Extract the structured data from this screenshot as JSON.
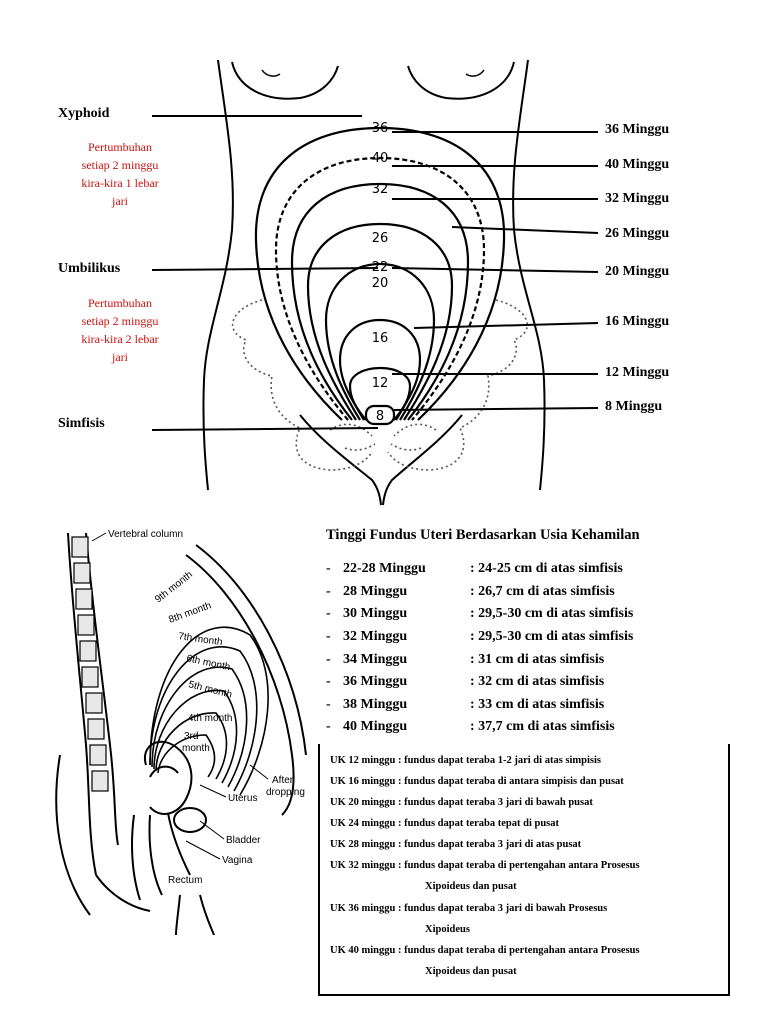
{
  "top_diagram": {
    "left_labels": {
      "xyphoid": "Xyphoid",
      "umbilikus": "Umbilikus",
      "simfisis": "Simfisis"
    },
    "notes": {
      "note_upper": [
        "Pertumbuhan",
        "setiap 2 minggu",
        "kira-kira 1 lebar",
        "jari"
      ],
      "note_lower": [
        "Pertumbuhan",
        "setiap 2 minggu",
        "kira-kira 2 lebar",
        "jari"
      ]
    },
    "week_labels": [
      "36 Minggu",
      "40 Minggu",
      "32 Minggu",
      "26 Minggu",
      "20 Minggu",
      "16 Minggu",
      "12 Minggu",
      "8 Minggu"
    ],
    "contour_numbers": [
      "36",
      "40",
      "32",
      "26",
      "22",
      "20",
      "16",
      "12",
      "8"
    ]
  },
  "side_diagram": {
    "labels": {
      "vertebral": "Vertebral column",
      "m9": "9th month",
      "m8": "8th month",
      "m7": "7th month",
      "m6": "6th month",
      "m5": "5th month",
      "m4": "4th month",
      "m3a": "3rd",
      "m3b": "month",
      "after_a": "After",
      "after_b": "dropping",
      "uterus": "Uterus",
      "bladder": "Bladder",
      "vagina": "Vagina",
      "rectum": "Rectum"
    }
  },
  "fundus_table": {
    "title": "Tinggi Fundus Uteri Berdasarkan Usia Kehamilan",
    "rows": [
      {
        "dash": "-",
        "week": "22-28 Minggu",
        "value": ": 24-25 cm di atas simfisis"
      },
      {
        "dash": "-",
        "week": "28 Minggu",
        "value": ": 26,7 cm di atas simfisis"
      },
      {
        "dash": "-",
        "week": "30 Minggu",
        "value": ": 29,5-30 cm di atas simfisis"
      },
      {
        "dash": "-",
        "week": "32 Minggu",
        "value": ": 29,5-30 cm di atas simfisis"
      },
      {
        "dash": "-",
        "week": "34 Minggu",
        "value": ": 31 cm di atas simfisis"
      },
      {
        "dash": "-",
        "week": "36 Minggu",
        "value": ": 32 cm di atas simfisis"
      },
      {
        "dash": "-",
        "week": "38 Minggu",
        "value": ": 33 cm di atas simfisis"
      },
      {
        "dash": "-",
        "week": "40 Minggu",
        "value": ": 37,7 cm di atas simfisis"
      }
    ]
  },
  "uk_box": {
    "lines": [
      "UK 12 minggu : fundus dapat teraba 1-2 jari di atas simpisis",
      "UK 16 minggu : fundus dapat teraba di antara simpisis dan pusat",
      "UK 20 minggu : fundus dapat teraba 3 jari di bawah pusat",
      "UK 24 minggu : fundus dapat teraba tepat di pusat",
      "UK 28 minggu : fundus dapat teraba 3 jari di atas pusat",
      "UK 32 minggu : fundus dapat teraba di pertengahan antara Prosesus",
      "Xipoideus dan pusat",
      "UK 36 minggu : fundus dapat teraba 3 jari di bawah Prosesus",
      "Xipoideus",
      "UK 40 minggu : fundus dapat teraba di pertengahan antara Prosesus",
      "Xipoideus dan pusat"
    ]
  }
}
